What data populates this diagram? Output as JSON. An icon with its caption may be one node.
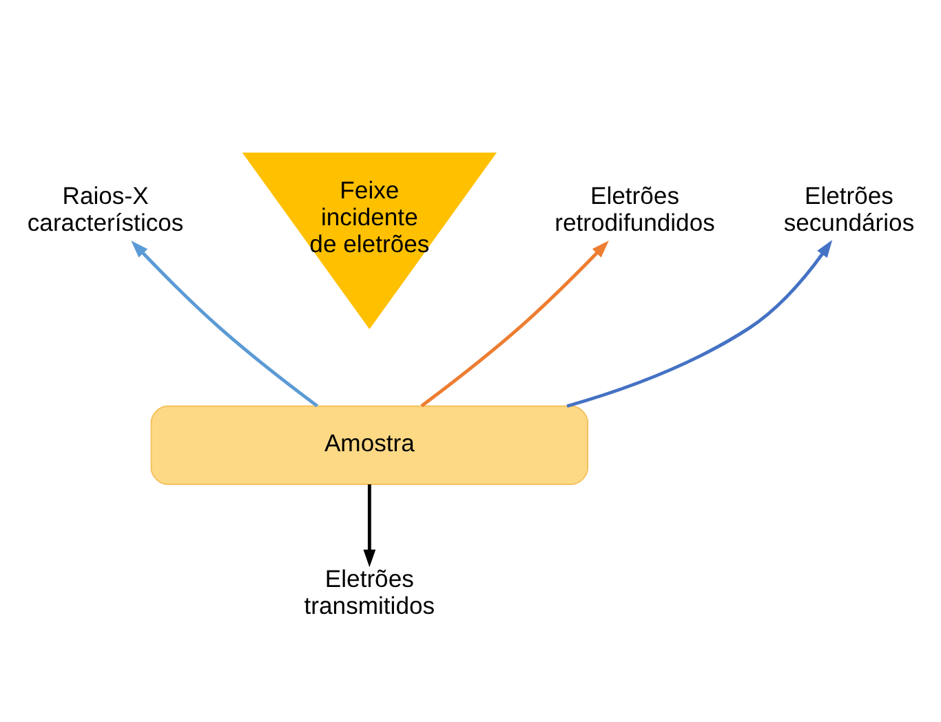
{
  "diagram": {
    "nodes": [
      {
        "text": [
          "Feixe incidente de eletrões"
        ]
      },
      {
        "text": [
          "Amostra"
        ]
      },
      {
        "text": [
          "Raios-X característicos"
        ]
      },
      {
        "text": [
          "Eletrões retrodifundidos"
        ]
      },
      {
        "text": [
          "Eletrões secundários"
        ]
      },
      {
        "text": [
          "Eletrões transmitidos"
        ]
      }
    ],
    "edges": [
      {
        "from": 1,
        "to": 2,
        "arrow": "to",
        "color": "#5b9bd5"
      },
      {
        "from": 1,
        "to": 3,
        "arrow": "to",
        "color": "#ed7d31"
      },
      {
        "from": 1,
        "to": 4,
        "arrow": "to",
        "color": "#4472c4"
      },
      {
        "from": 1,
        "to": 5,
        "arrow": "to",
        "color": "#000000"
      }
    ]
  }
}
